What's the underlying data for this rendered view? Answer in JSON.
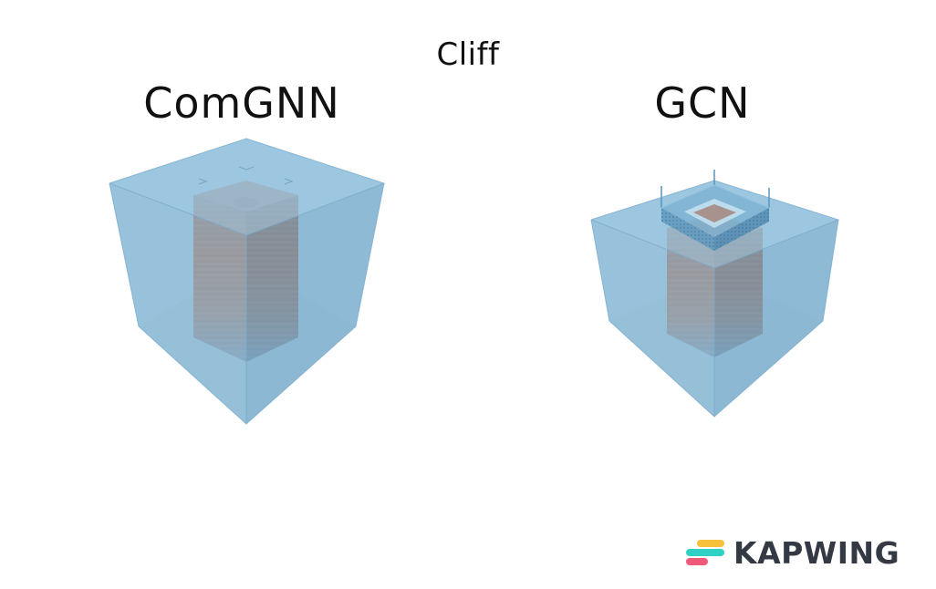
{
  "title": "Cliff",
  "panels": [
    {
      "label": "ComGNN"
    },
    {
      "label": "GCN"
    }
  ],
  "watermark": {
    "text": "KAPWING",
    "colors": [
      "#f7c13b",
      "#2fd1c5",
      "#f05a7a"
    ]
  },
  "colors": {
    "cube_fill": "#8dbad6",
    "cube_edge": "#6aa0c4",
    "column_top": "#c9a49a",
    "column_mid": "#b57763",
    "column_bottom": "#8ea6bd"
  }
}
